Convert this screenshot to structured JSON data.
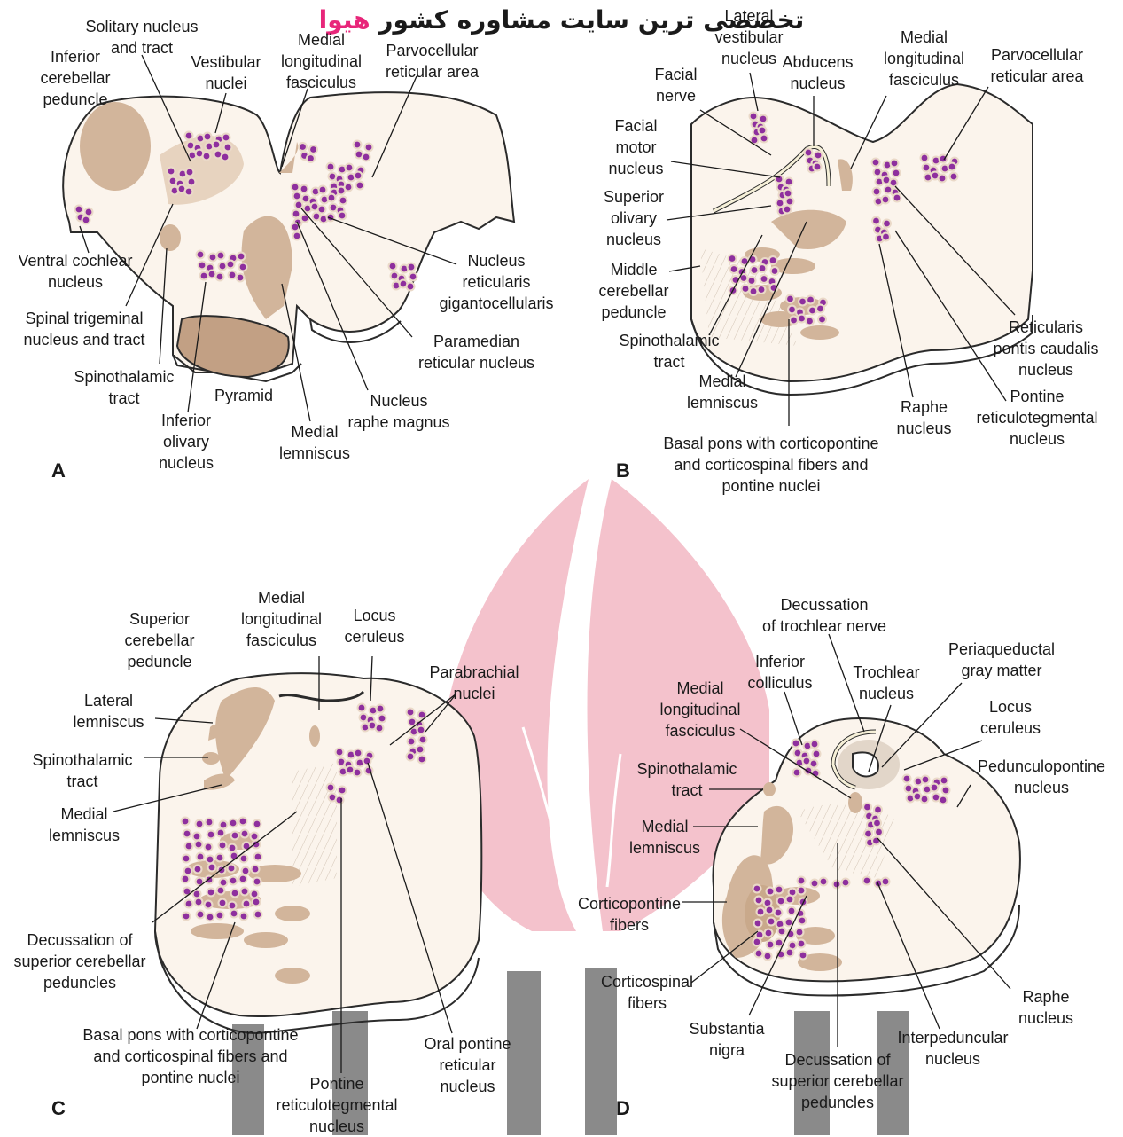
{
  "banner": {
    "accent_text": "هیوا",
    "text": "تخصصی ترین سایت مشاوره کشور"
  },
  "colors": {
    "tissue": "#fbf4ec",
    "nucleus": "#d2b59b",
    "dot": "#8e2f9e",
    "outline": "#2b2b2b",
    "pink": "#f4c2cc",
    "gray": "#9a9a9a"
  },
  "panels": {
    "a": {
      "letter": "A",
      "labels": {
        "solitary": "Solitary nucleus\nand tract",
        "inferior_cerebellar": "Inferior\ncerebellar\npeduncle",
        "vestibular": "Vestibular\nnuclei",
        "mlf": "Medial\nlongitudinal\nfasciculus",
        "parvocellular": "Parvocellular\nreticular area",
        "ventral_cochlear": "Ventral cochlear\nnucleus",
        "spinal_trigeminal": "Spinal trigeminal\nnucleus and tract",
        "spinothalamic": "Spinothalamic\ntract",
        "pyramid": "Pyramid",
        "inferior_olivary": "Inferior\nolivary\nnucleus",
        "medial_lemniscus": "Medial\nlemniscus",
        "raphe_magnus": "Nucleus\nraphe magnus",
        "paramedian": "Paramedian\nreticular nucleus",
        "gigantocellularis": "Nucleus\nreticularis\ngigantocellularis"
      }
    },
    "b": {
      "letter": "B",
      "labels": {
        "lateral_vestibular": "Lateral\nvestibular\nnucleus",
        "abducens": "Abducens\nnucleus",
        "mlf": "Medial\nlongitudinal\nfasciculus",
        "parvocellular": "Parvocellular\nreticular area",
        "facial_nerve": "Facial\nnerve",
        "facial_motor": "Facial\nmotor\nnucleus",
        "superior_olivary": "Superior\nolivary\nnucleus",
        "middle_cerebellar": "Middle\ncerebellar\npeduncle",
        "spinothalamic": "Spinothalamic\ntract",
        "medial_lemniscus": "Medial\nlemniscus",
        "basal_pons": "Basal pons with corticopontine\nand corticospinal fibers and\npontine nuclei",
        "raphe": "Raphe\nnucleus",
        "pontine_reticulotegmental": "Pontine\nreticulotegmental\nnucleus",
        "reticularis_caudalis": "Reticularis\npontis caudalis\nnucleus"
      }
    },
    "c": {
      "letter": "C",
      "labels": {
        "superior_cerebellar": "Superior\ncerebellar\npeduncle",
        "mlf": "Medial\nlongitudinal\nfasciculus",
        "locus_ceruleus": "Locus\nceruleus",
        "parabrachial": "Parabrachial\nnuclei",
        "lateral_lemniscus": "Lateral\nlemniscus",
        "spinothalamic": "Spinothalamic\ntract",
        "medial_lemniscus": "Medial\nlemniscus",
        "decussation": "Decussation of\nsuperior cerebellar\npeduncles",
        "basal_pons": "Basal pons with corticopontine\nand corticospinal fibers and\npontine nuclei",
        "pontine_reticulotegmental": "Pontine\nreticulotegmental\nnucleus",
        "oral_pontine": "Oral pontine\nreticular\nnucleus"
      }
    },
    "d": {
      "letter": "D",
      "labels": {
        "decussation_trochlear": "Decussation\nof trochlear nerve",
        "periaqueductal": "Periaqueductal\ngray matter",
        "inferior_colliculus": "Inferior\ncolliculus",
        "trochlear": "Trochlear\nnucleus",
        "mlf": "Medial\nlongitudinal\nfasciculus",
        "locus_ceruleus": "Locus\nceruleus",
        "spinothalamic": "Spinothalamic\ntract",
        "pedunculopontine": "Pedunculopontine\nnucleus",
        "medial_lemniscus": "Medial\nlemniscus",
        "corticopontine": "Corticopontine\nfibers",
        "corticospinal": "Corticospinal\nfibers",
        "substantia_nigra": "Substantia\nnigra",
        "decussation_scp": "Decussation of\nsuperior cerebellar\npeduncles",
        "interpeduncular": "Interpeduncular\nnucleus",
        "raphe": "Raphe\nnucleus"
      }
    }
  }
}
